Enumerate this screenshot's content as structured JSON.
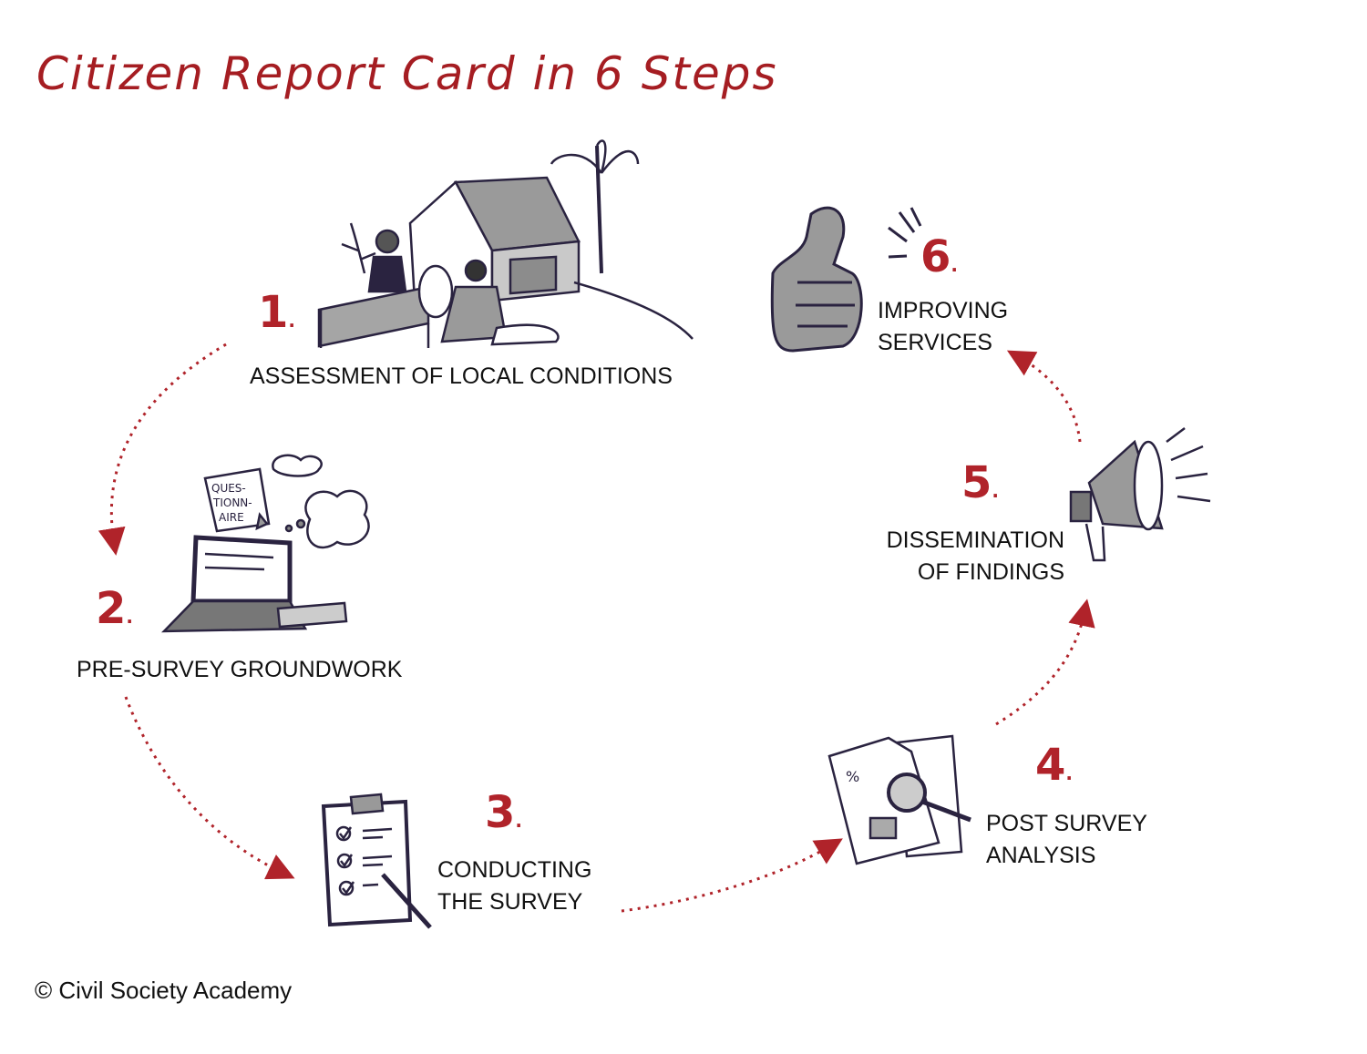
{
  "title": "Citizen Report Card in 6 Steps",
  "accent_color": "#b0232a",
  "steps": [
    {
      "number": "1",
      "label_lines": [
        "ASSESSMENT OF LOCAL CONDITIONS"
      ],
      "icon": "village-scene-icon"
    },
    {
      "number": "2",
      "label_lines": [
        "PRE-SURVEY GROUNDWORK"
      ],
      "icon": "laptop-questionnaire-icon",
      "note_text": [
        "QUES-",
        "TIONN-",
        "AIRE"
      ]
    },
    {
      "number": "3",
      "label_lines": [
        "CONDUCTING",
        "THE SURVEY"
      ],
      "icon": "clipboard-checklist-icon"
    },
    {
      "number": "4",
      "label_lines": [
        "POST SURVEY",
        "ANALYSIS"
      ],
      "icon": "documents-magnifier-icon",
      "doc_symbol": "%"
    },
    {
      "number": "5",
      "label_lines": [
        "DISSEMINATION",
        "OF FINDINGS"
      ],
      "icon": "megaphone-icon"
    },
    {
      "number": "6",
      "label_lines": [
        "IMPROVING",
        "SERVICES"
      ],
      "icon": "thumbs-up-icon"
    }
  ],
  "footer": {
    "copyright": "© Civil Society Academy"
  }
}
